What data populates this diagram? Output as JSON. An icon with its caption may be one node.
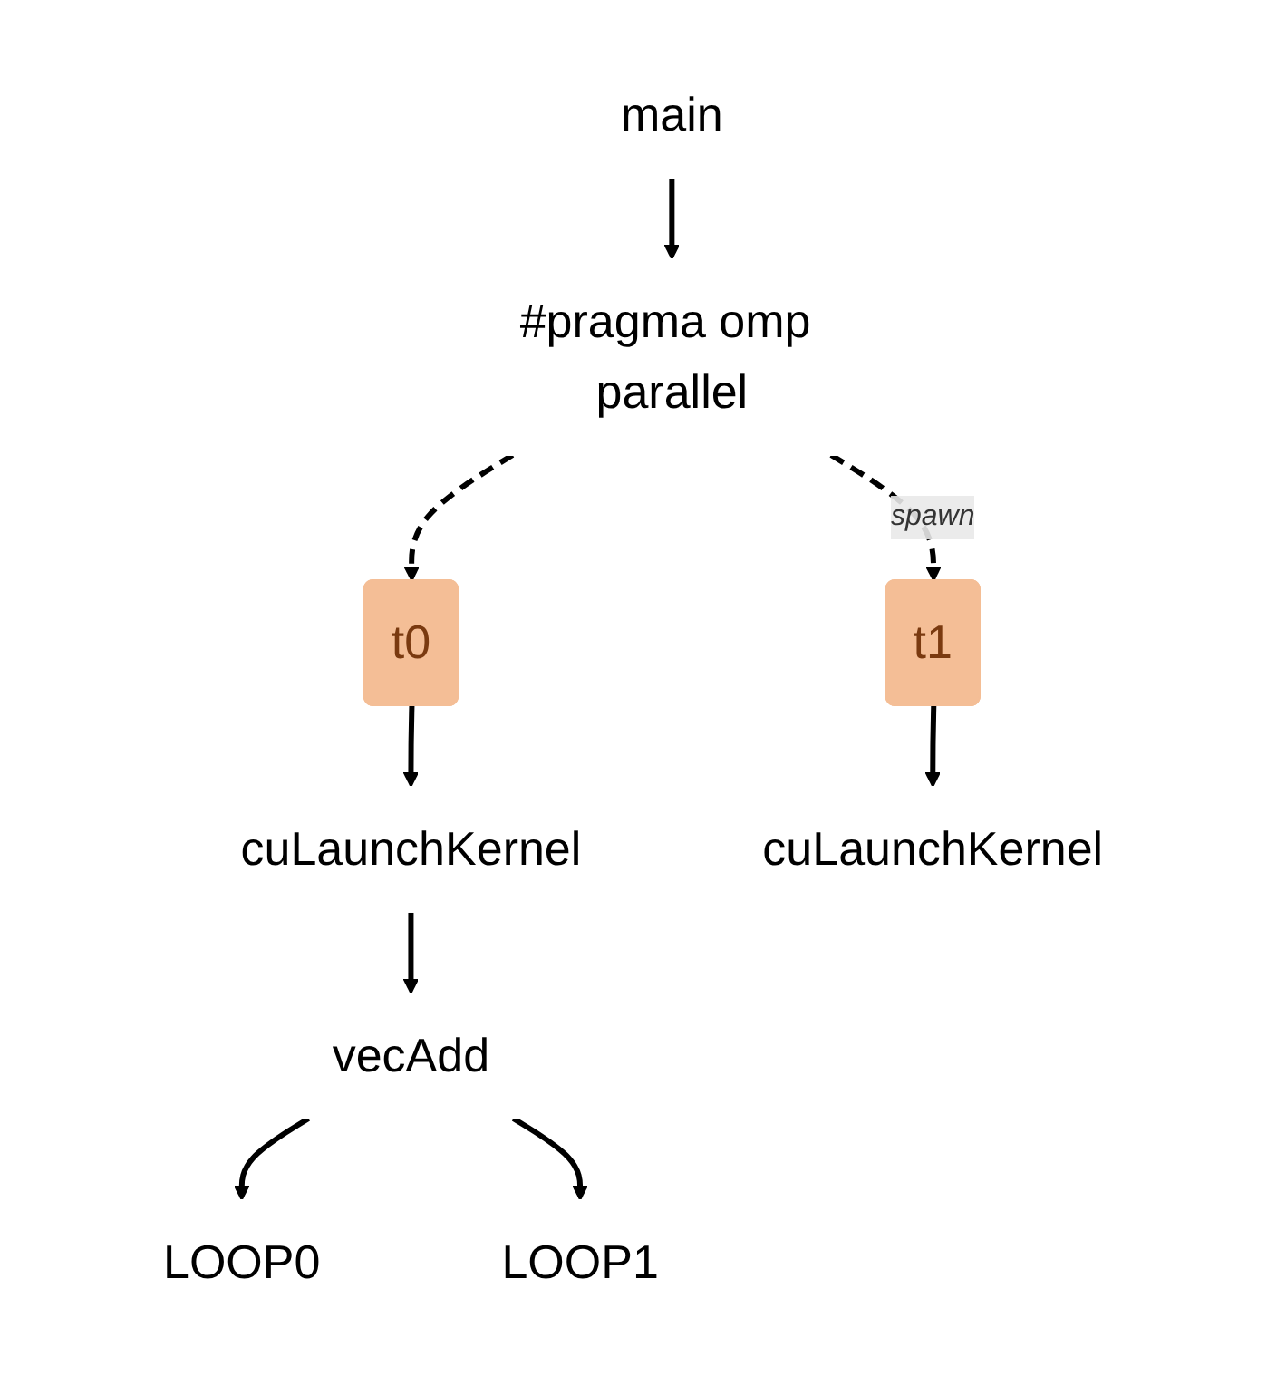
{
  "diagram": {
    "nodes": [
      {
        "text": [
          "main"
        ]
      },
      {
        "text": [
          "#pragma omp parallel"
        ]
      },
      {
        "text": [
          "t0"
        ]
      },
      {
        "text": [
          "t1"
        ]
      },
      {
        "text": [
          "cuLaunchKernel"
        ]
      },
      {
        "text": [
          "cuLaunchKernel"
        ]
      },
      {
        "text": [
          "vecAdd"
        ]
      },
      {
        "text": [
          "LOOP0"
        ]
      },
      {
        "text": [
          "LOOP1"
        ]
      }
    ],
    "edges": [
      {
        "from": 0,
        "to": 1,
        "arrow": "to"
      },
      {
        "from": 1,
        "to": 2,
        "arrow": "to",
        "style": "dashed"
      },
      {
        "from": 1,
        "to": 3,
        "arrow": "to",
        "style": "dashed",
        "label": "spawn"
      },
      {
        "from": 2,
        "to": 4,
        "arrow": "to"
      },
      {
        "from": 3,
        "to": 5,
        "arrow": "to"
      },
      {
        "from": 4,
        "to": 6,
        "arrow": "to"
      },
      {
        "from": 6,
        "to": 7,
        "arrow": "to"
      },
      {
        "from": 6,
        "to": 8,
        "arrow": "to"
      }
    ]
  }
}
